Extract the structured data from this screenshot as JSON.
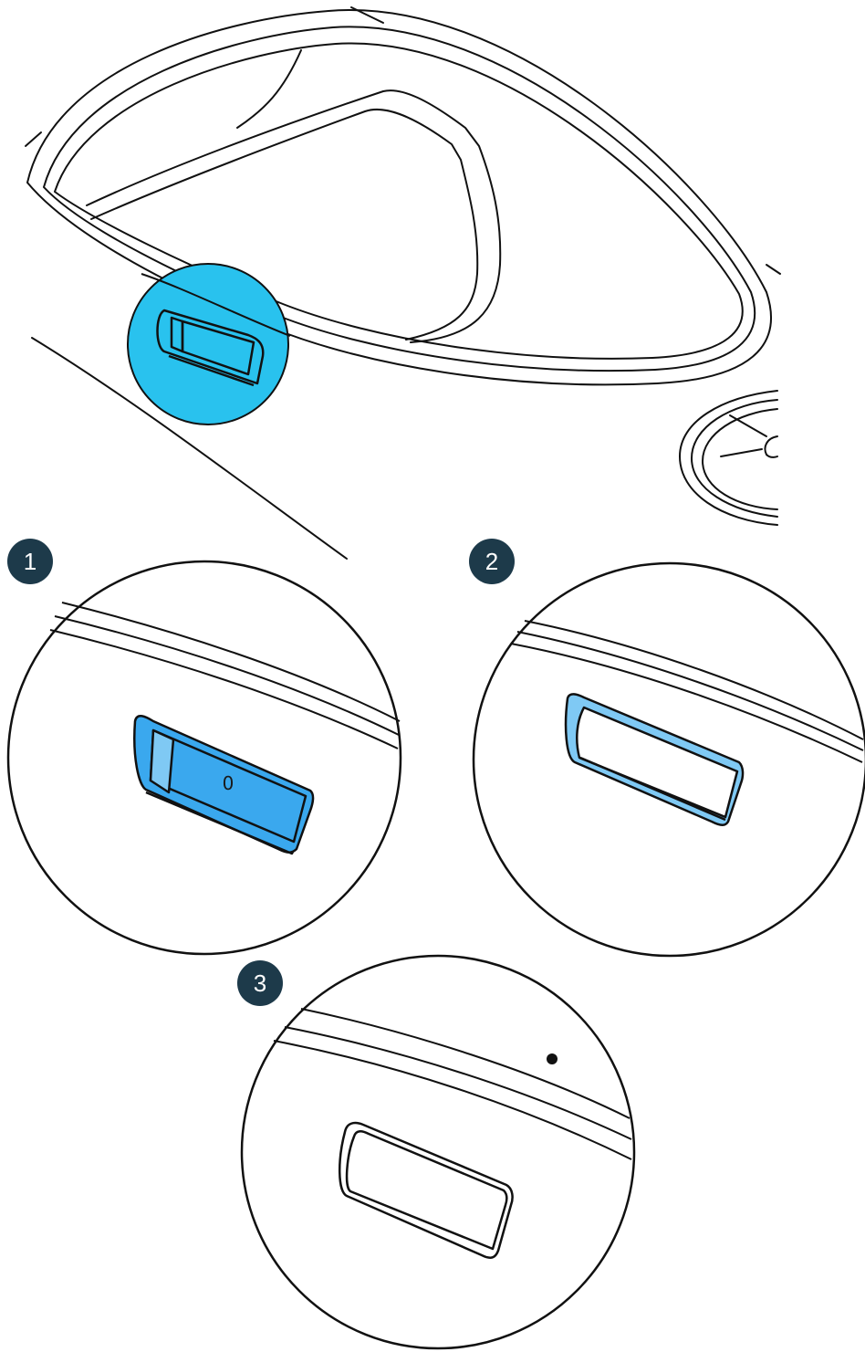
{
  "colors": {
    "accent": "#29c2ee",
    "switch_fill": "#3aa8ee",
    "badge": "#1d3a4a",
    "line": "#111111"
  },
  "overview": {
    "highlight": "power-switch-location"
  },
  "steps": [
    {
      "number": "1",
      "switch_mark": "0",
      "state": "switch-installed"
    },
    {
      "number": "2",
      "state": "rocker-removed"
    },
    {
      "number": "3",
      "state": "opening-only"
    }
  ]
}
